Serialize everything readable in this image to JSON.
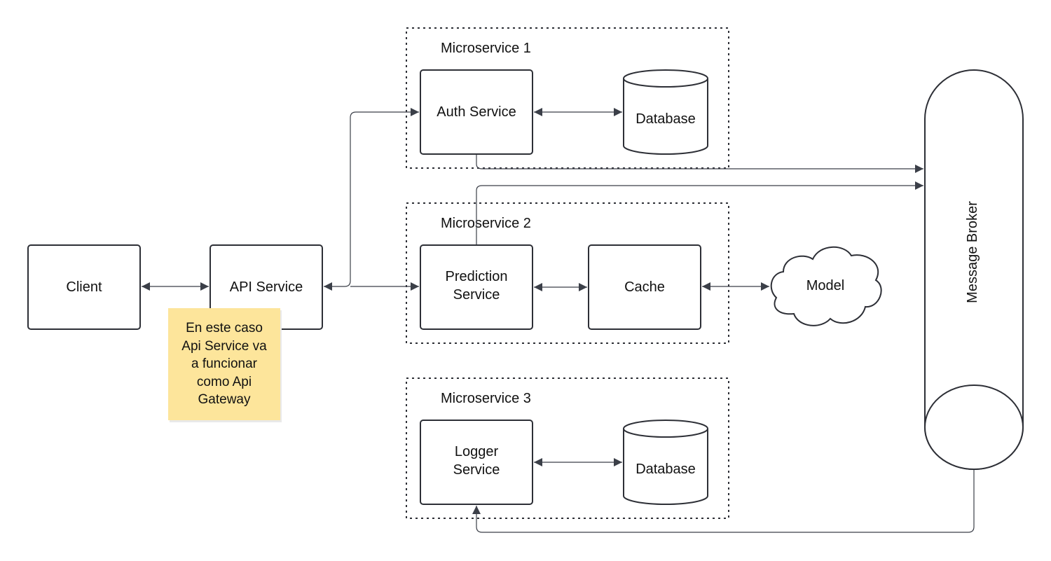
{
  "groups": {
    "ms1": "Microservice 1",
    "ms2": "Microservice 2",
    "ms3": "Microservice 3"
  },
  "nodes": {
    "client": "Client",
    "api": "API Service",
    "auth": "Auth Service",
    "db1": "Database",
    "prediction": [
      "Prediction",
      "Service"
    ],
    "cache": "Cache",
    "model": "Model",
    "logger": [
      "Logger",
      "Service"
    ],
    "db3": "Database",
    "broker": "Message Broker"
  },
  "note": {
    "lines": [
      "En este caso",
      "Api Service va",
      "a funcionar",
      "como Api",
      "Gateway"
    ],
    "color": "#fde59b"
  },
  "colors": {
    "stroke": "#2d2f36",
    "connector": "#3b3f48"
  }
}
